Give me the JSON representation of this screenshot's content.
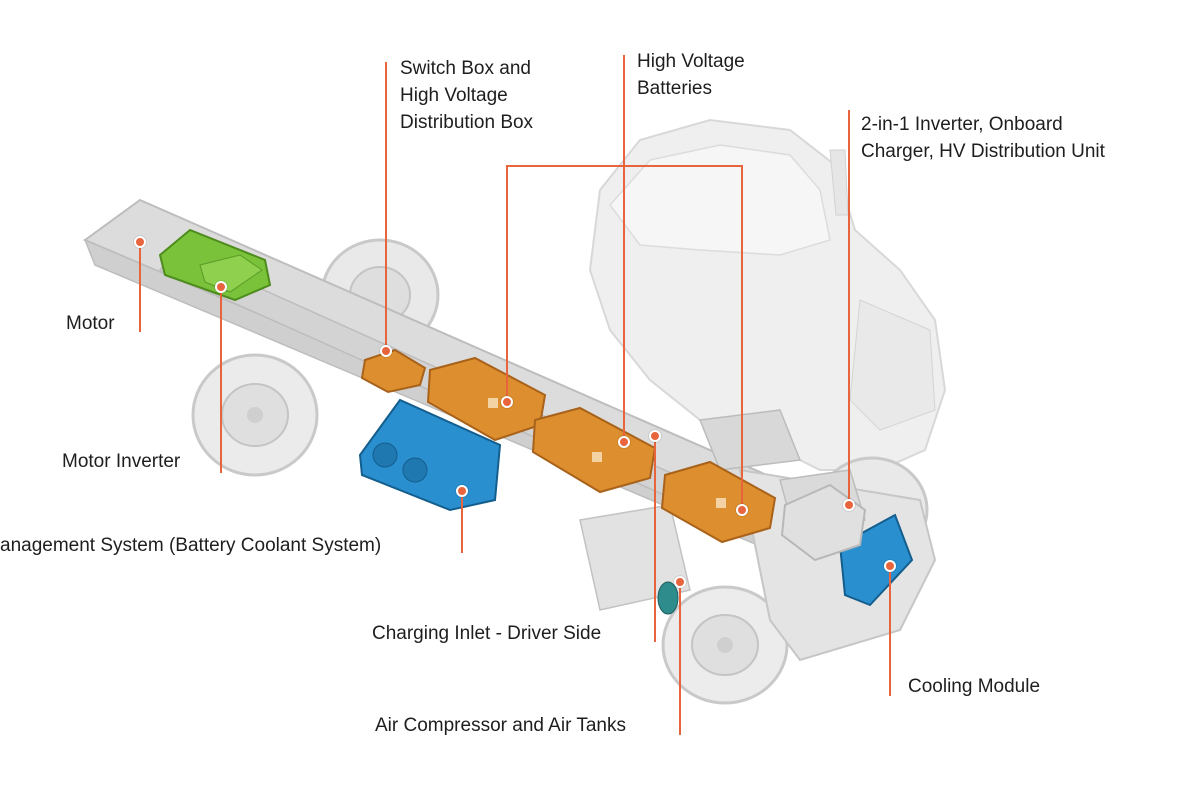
{
  "colors": {
    "leader": "#e8643c",
    "chassis": "#d7d7d7",
    "cab": "#ededed",
    "battery": "#dd8e2e",
    "coolant": "#2a8fcf",
    "motor": "#79c23a",
    "text": "#1e1e1e"
  },
  "labels": {
    "switch_box": [
      "Switch Box and",
      "High Voltage",
      "Distribution Box"
    ],
    "hv_batteries": [
      "High Voltage",
      "Batteries"
    ],
    "inverter_charger": [
      "2-in-1 Inverter, Onboard",
      "Charger, HV Distribution Unit"
    ],
    "motor": "Motor",
    "motor_inverter": "Motor Inverter",
    "thermal_mgmt": "anagement System (Battery Coolant System)",
    "charging_inlet": "Charging Inlet - Driver Side",
    "cooling_module": "Cooling Module",
    "air_compressor": "Air Compressor and Air Tanks"
  }
}
